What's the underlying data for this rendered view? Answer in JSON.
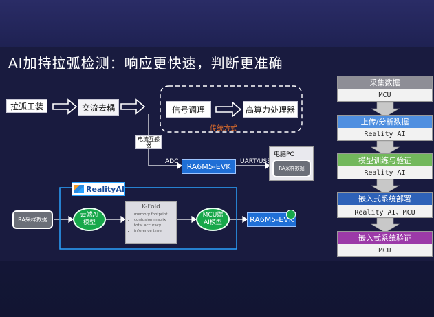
{
  "title": "AI加持拉弧检测：响应更快速，判断更准确",
  "pipeline": {
    "arc_device": "拉弧工装",
    "ac_decouple": "交流去耦",
    "signal_cond": "信号调理",
    "high_proc": "高算力处理器",
    "traditional": "传统方式",
    "current_sensor": "电流互感器",
    "adc": "ADC",
    "uart": "UART/USB",
    "board_top": "RA6M5-EVK",
    "pc_title": "电脑PC",
    "pc_inner": "RA采样数据"
  },
  "ai_section": {
    "logo": "RealityAI",
    "ra_data": "RA采样数据",
    "cloud_model": "云端AI\n模型",
    "kfold_title": "K-Fold",
    "kfold_items": [
      "memory footprint",
      "confusion matrix",
      "total accuracy",
      "inference time"
    ],
    "mcu_model": "MCU端\nAI模型",
    "board_bottom": "RA6M5-EVK"
  },
  "steps": [
    {
      "head": "采集数据",
      "sub": "MCU",
      "color": "#8e8e96"
    },
    {
      "head": "上传/分析数据",
      "sub": "Reality AI",
      "color": "#4f8fe0"
    },
    {
      "head": "模型训练与验证",
      "sub": "Reality AI",
      "color": "#72b85c"
    },
    {
      "head": "嵌入式系统部署",
      "sub": "Reality AI、MCU",
      "color": "#2e62b8"
    },
    {
      "head": "嵌入式系统验证",
      "sub": "MCU",
      "color": "#9c3aa8"
    }
  ],
  "colors": {
    "accent_orange": "#e8702a",
    "ai_border": "#2aa3ff",
    "green": "#17a84a"
  }
}
